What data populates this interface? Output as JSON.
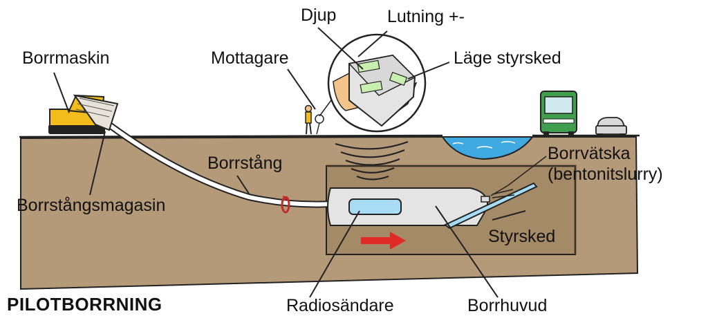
{
  "title": "PILOTBORRNING",
  "labels": {
    "djup": "Djup",
    "lutning": "Lutning +-",
    "borrmaskin": "Borrmaskin",
    "mottagare": "Mottagare",
    "lage_styrsked": "Läge styrsked",
    "borrstang": "Borrstång",
    "borrvatska": "Borrvätska",
    "bentonit": "(bentonitslurry)",
    "borrstangsmagasin": "Borrstångsmagasin",
    "styrsked": "Styrsked",
    "radiosandare": "Radiosändare",
    "borrhuvud": "Borrhuvud"
  },
  "colors": {
    "soil": "#b49a78",
    "cutaway": "#a48a66",
    "water": "#3fa9e0",
    "machine": "#f2bd1c",
    "drillhead": "#e4e4e4",
    "arrow": "#e02a25",
    "bus": "#3f9f4f"
  }
}
